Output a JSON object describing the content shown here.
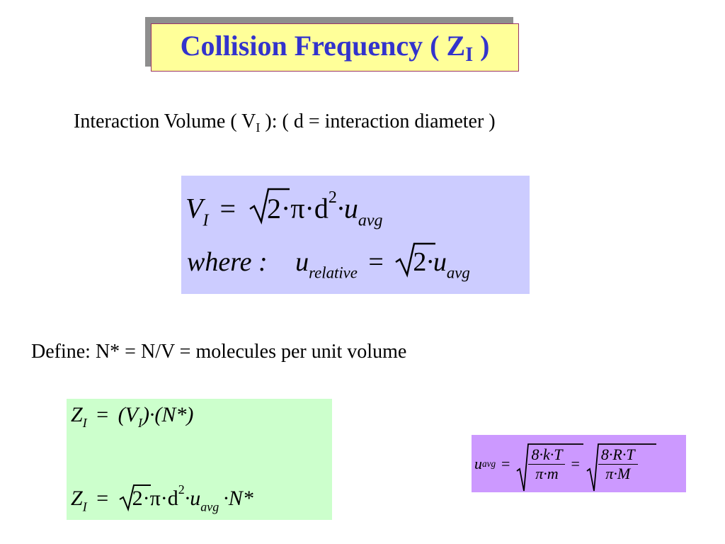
{
  "title": {
    "main": "Collision Frequency ( Z",
    "sub": "I",
    "end": " )"
  },
  "interaction_line": {
    "before": "Interaction Volume  ( V",
    "sub": "I",
    "after": " ):  ( d = interaction diameter )"
  },
  "define_line": "Define:  N* = N/V  = molecules per unit volume",
  "eq_vi": {
    "lhs": "V",
    "lhs_sub": "I",
    "eq": "=",
    "two": "2",
    "rest": "·π·d",
    "sup": "2",
    "tail": "·u",
    "tail_sub": "avg"
  },
  "eq_where": {
    "where": "where :",
    "u": "u",
    "u_sub": "relative",
    "eq": "=",
    "two": "2",
    "tail": "·u",
    "tail_sub": "avg"
  },
  "eq_z1": {
    "lhs": "Z",
    "lhs_sub": "I",
    "eq": "=",
    "rhs_a": "(V",
    "rhs_a_sub": "I",
    "rhs_b": ")·(N*)"
  },
  "eq_z2": {
    "lhs": "Z",
    "lhs_sub": "I",
    "eq": "=",
    "two": "2",
    "rest": "·π·d",
    "sup": "2",
    "tail": "·u",
    "tail_sub": "avg",
    "tail2": "·N*"
  },
  "eq_uavg": {
    "lhs": "u",
    "lhs_sub": "avg",
    "eq": "=",
    "num1": "8·k·T",
    "den1": "π·m",
    "eq2": "=",
    "num2": "8·R·T",
    "den2": "π·M"
  }
}
